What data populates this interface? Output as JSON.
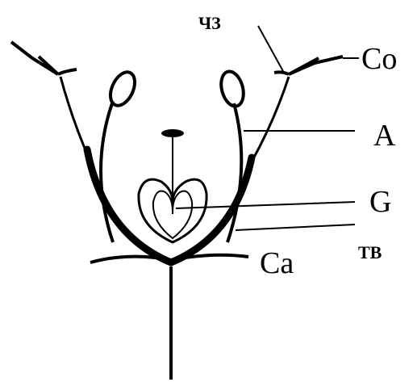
{
  "labels": {
    "co": "Co",
    "a": "A",
    "g": "G",
    "ca": "Ca",
    "chz": "ЧЗ",
    "tv": "ТВ"
  },
  "colors": {
    "ink": "#000000",
    "background": "#ffffff"
  }
}
